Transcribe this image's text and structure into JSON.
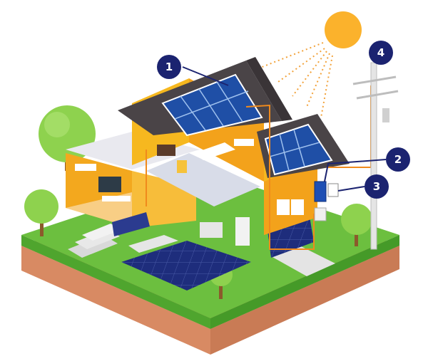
{
  "colors": {
    "marker": "#1b2370",
    "marker_text": "#ffffff",
    "wall_yellow": "#f6b81f",
    "wall_orange": "#f3a21b",
    "roof": "#4a4447",
    "panel": "#1f4fa6",
    "panel_grid": "#8fb4e6",
    "grass": "#6cbf3f",
    "soil": "#e49b76",
    "sun": "#fbb22c",
    "wire": "#f08a1c"
  },
  "markers": [
    {
      "label": "1",
      "target": "rooftop-solar-panels"
    },
    {
      "label": "2",
      "target": "inverter"
    },
    {
      "label": "3",
      "target": "electric-meter"
    },
    {
      "label": "4",
      "target": "utility-pole"
    }
  ]
}
